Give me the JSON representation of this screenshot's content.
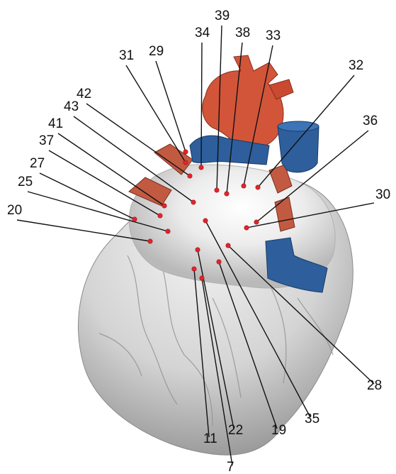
{
  "colors": {
    "artery": "#d2553a",
    "vein": "#2e5f9c",
    "myocardium": "#e6e6e6",
    "marker": "#e3242b"
  },
  "labels": [
    {
      "id": "39",
      "text": "39"
    },
    {
      "id": "34",
      "text": "34"
    },
    {
      "id": "38",
      "text": "38"
    },
    {
      "id": "33",
      "text": "33"
    },
    {
      "id": "29",
      "text": "29"
    },
    {
      "id": "31",
      "text": "31"
    },
    {
      "id": "32",
      "text": "32"
    },
    {
      "id": "42",
      "text": "42"
    },
    {
      "id": "43",
      "text": "43"
    },
    {
      "id": "36",
      "text": "36"
    },
    {
      "id": "41",
      "text": "41"
    },
    {
      "id": "37",
      "text": "37"
    },
    {
      "id": "27",
      "text": "27"
    },
    {
      "id": "25",
      "text": "25"
    },
    {
      "id": "30",
      "text": "30"
    },
    {
      "id": "20",
      "text": "20"
    },
    {
      "id": "28",
      "text": "28"
    },
    {
      "id": "35",
      "text": "35"
    },
    {
      "id": "19",
      "text": "19"
    },
    {
      "id": "22",
      "text": "22"
    },
    {
      "id": "11",
      "text": "11"
    },
    {
      "id": "7",
      "text": "7"
    }
  ]
}
